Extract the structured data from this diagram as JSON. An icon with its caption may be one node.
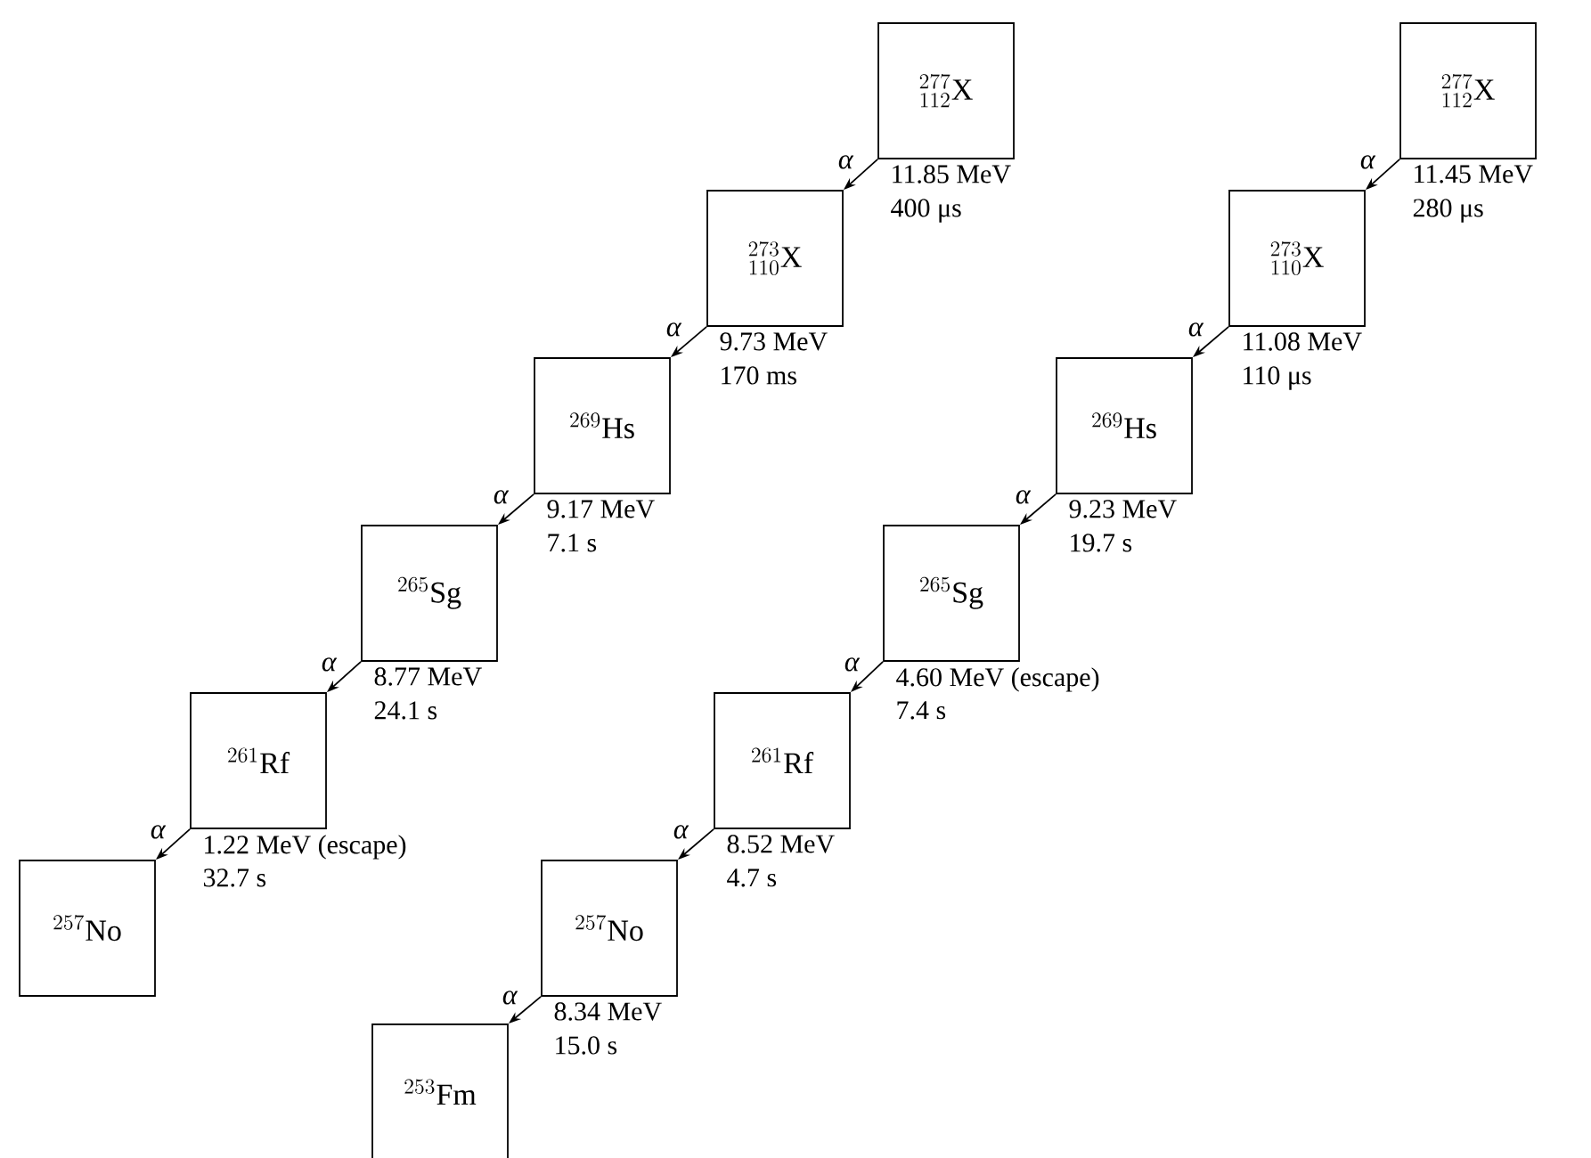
{
  "diagram": {
    "nodes": [
      {
        "text": [
          "^{277}_{112}\\mathrm{X}"
        ],
        "beside": [
          "11.85 MeV",
          "400 μs"
        ]
      },
      {
        "text": [
          "^{273}_{110}\\mathrm{X}"
        ],
        "beside": [
          "9.73 MeV",
          "170 ms"
        ]
      },
      {
        "text": [
          "^{269}\\mathrm{Hs}"
        ],
        "beside": [
          "9.17 MeV",
          "7.1 s"
        ]
      },
      {
        "text": [
          "^{265}\\mathrm{Sg}"
        ],
        "beside": [
          "8.77 MeV",
          "24.1 s"
        ]
      },
      {
        "text": [
          "^{261}\\mathrm{Rf}"
        ],
        "beside": [
          "1.22 MeV (escape)",
          "32.7 s"
        ]
      },
      {
        "text": [
          "^{257}\\mathrm{No}"
        ]
      },
      {
        "text": [
          "^{277}_{112}\\mathrm{X}"
        ],
        "beside": [
          "11.45 MeV",
          "280 μs"
        ]
      },
      {
        "text": [
          "^{273}_{110}\\mathrm{X}"
        ],
        "beside": [
          "11.08 MeV",
          "110 μs"
        ]
      },
      {
        "text": [
          "^{269}\\mathrm{Hs}"
        ],
        "beside": [
          "9.23 MeV",
          "19.7 s"
        ]
      },
      {
        "text": [
          "^{265}\\mathrm{Sg}"
        ],
        "beside": [
          "4.60 MeV (escape)",
          "7.4 s"
        ]
      },
      {
        "text": [
          "^{261}\\mathrm{Rf}"
        ],
        "beside": [
          "8.52 MeV",
          "4.7 s"
        ]
      },
      {
        "text": [
          "^{257}\\mathrm{No}"
        ],
        "beside": [
          "8.34 MeV",
          "15.0 s"
        ]
      },
      {
        "text": [
          "^{253}\\mathrm{Fm}"
        ]
      }
    ],
    "edges": [
      {
        "from": 0,
        "to": 1,
        "arrow": "to",
        "label": "α"
      },
      {
        "from": 1,
        "to": 2,
        "arrow": "to",
        "label": "α"
      },
      {
        "from": 2,
        "to": 3,
        "arrow": "to",
        "label": "α"
      },
      {
        "from": 3,
        "to": 4,
        "arrow": "to",
        "label": "α"
      },
      {
        "from": 4,
        "to": 5,
        "arrow": "to",
        "label": "α"
      },
      {
        "from": 6,
        "to": 7,
        "arrow": "to",
        "label": "α"
      },
      {
        "from": 7,
        "to": 8,
        "arrow": "to",
        "label": "α"
      },
      {
        "from": 8,
        "to": 9,
        "arrow": "to",
        "label": "α"
      },
      {
        "from": 9,
        "to": 10,
        "arrow": "to",
        "label": "α"
      },
      {
        "from": 10,
        "to": 11,
        "arrow": "to",
        "label": "α"
      },
      {
        "from": 11,
        "to": 12,
        "arrow": "to",
        "label": "α"
      }
    ]
  }
}
